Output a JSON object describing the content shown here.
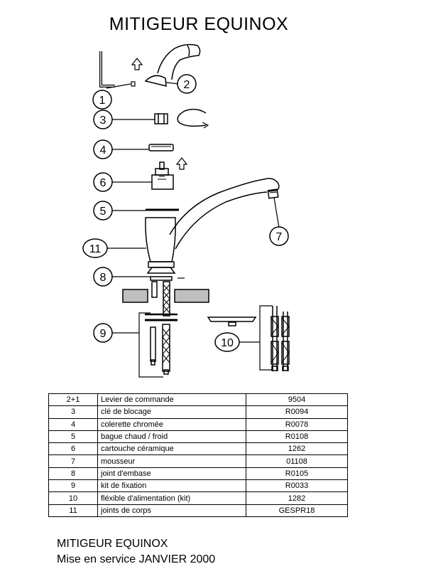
{
  "title": "MITIGEUR EQUINOX",
  "callouts": [
    {
      "id": "c1",
      "num": "1"
    },
    {
      "id": "c2",
      "num": "2"
    },
    {
      "id": "c3",
      "num": "3"
    },
    {
      "id": "c4",
      "num": "4"
    },
    {
      "id": "c5",
      "num": "5"
    },
    {
      "id": "c6",
      "num": "6"
    },
    {
      "id": "c7",
      "num": "7"
    },
    {
      "id": "c8",
      "num": "8"
    },
    {
      "id": "c9",
      "num": "9"
    },
    {
      "id": "c10",
      "num": "10"
    },
    {
      "id": "c11",
      "num": "11"
    }
  ],
  "parts_table": [
    {
      "num": "2+1",
      "desc": "Levier de commande",
      "ref": "9504"
    },
    {
      "num": "3",
      "desc": "clé de blocage",
      "ref": "R0094"
    },
    {
      "num": "4",
      "desc": "colerette chromée",
      "ref": "R0078"
    },
    {
      "num": "5",
      "desc": "bague chaud / froid",
      "ref": "R0108"
    },
    {
      "num": "6",
      "desc": "cartouche céramique",
      "ref": "1262"
    },
    {
      "num": "7",
      "desc": "mousseur",
      "ref": "01108"
    },
    {
      "num": "8",
      "desc": "joint d'embase",
      "ref": "R0105"
    },
    {
      "num": "9",
      "desc": "kit de fixation",
      "ref": "R0033"
    },
    {
      "num": "10",
      "desc": "fléxible d'alimentation (kit)",
      "ref": "1282"
    },
    {
      "num": "11",
      "desc": "joints de corps",
      "ref": "GESPR18"
    }
  ],
  "footer": {
    "line1": "MITIGEUR EQUINOX",
    "line2": "Mise en service JANVIER 2000"
  }
}
